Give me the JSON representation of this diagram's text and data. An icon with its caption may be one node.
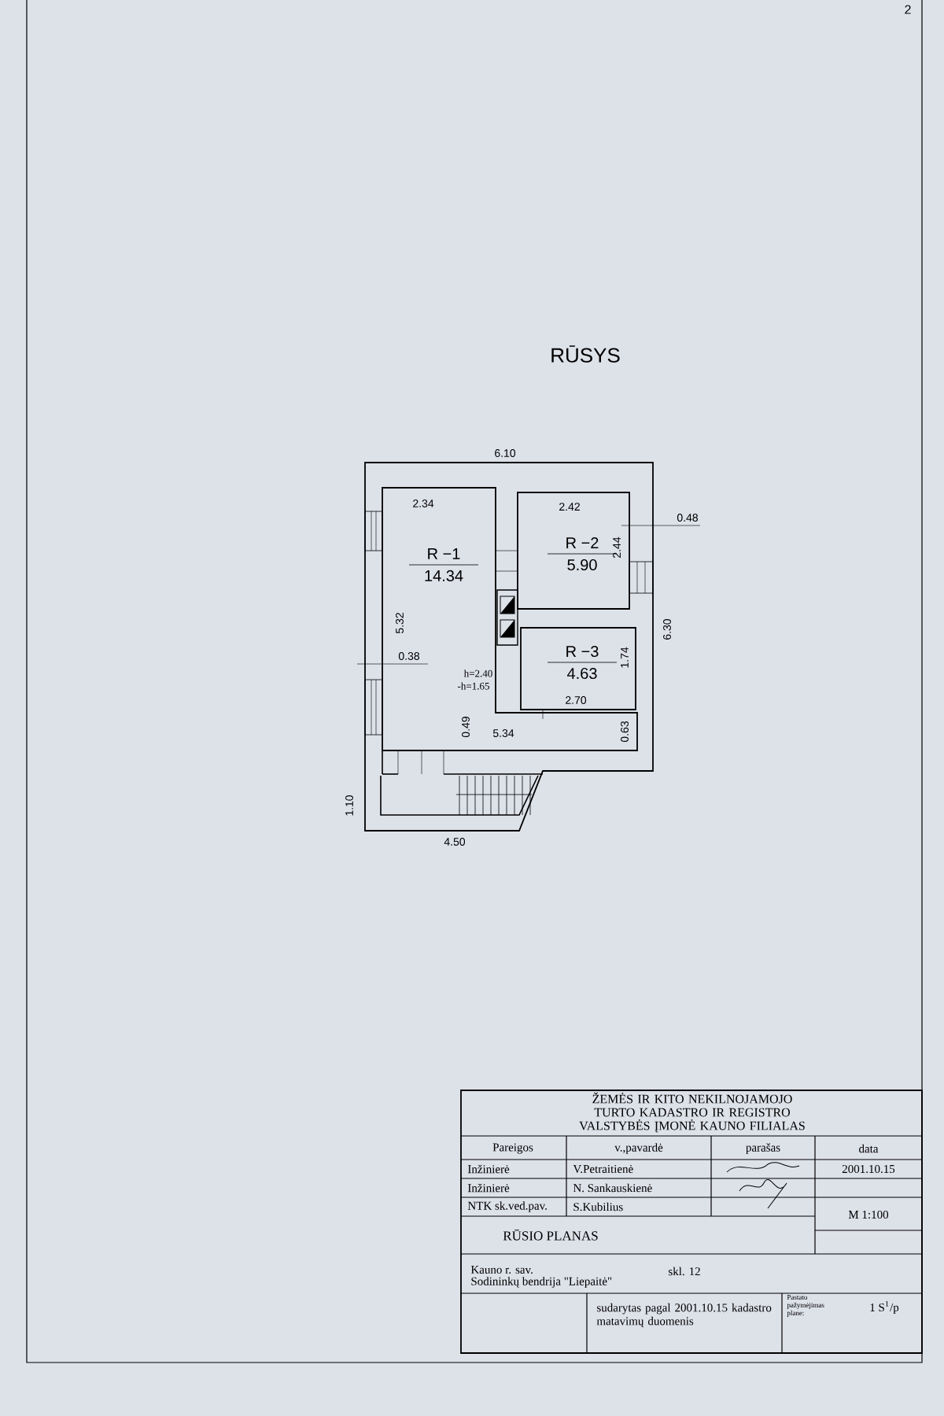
{
  "diagram": {
    "title": "RŪSYS",
    "nodes": [
      {
        "text": [
          "R −1",
          "14.34"
        ]
      },
      {
        "text": [
          "R −2",
          "5.90"
        ]
      },
      {
        "text": [
          "R −3",
          "4.63"
        ]
      }
    ],
    "labels": [
      "2",
      "6.10",
      "2.34",
      "2.42",
      "0.48",
      "2.44",
      "5.32",
      "6.30",
      "0.38",
      "1.74",
      "h=2.40",
      "-h=1.65",
      "2.70",
      "0.49",
      "5.34",
      "0.63",
      "1.10",
      "4.50",
      "ŽEMĖS IR KITO NEKILNOJAMOJO TURTO KADASTRO IR REGISTRO VALSTYBĖS ĮMONĖ KAUNO FILIALAS",
      "Pareigos",
      "v.,pavardė",
      "parašas",
      "data",
      "Inžinierė",
      "V.Petraitienė",
      "2001.10.15",
      "Inžinierė",
      "N. Sankauskienė",
      "NTK sk.ved.pav.",
      "S.Kubilius",
      "M 1:100",
      "RŪSIO PLANAS",
      "Kauno r. sav.",
      "skl. 12",
      "Sodininkų bendrija \"Liepaitė\"",
      "sudarytas pagal 2001.10.15 kadastro matavimų duomenis",
      "Pastato pažymėjimas plane:",
      "1 S$^{1}$/p"
    ]
  }
}
